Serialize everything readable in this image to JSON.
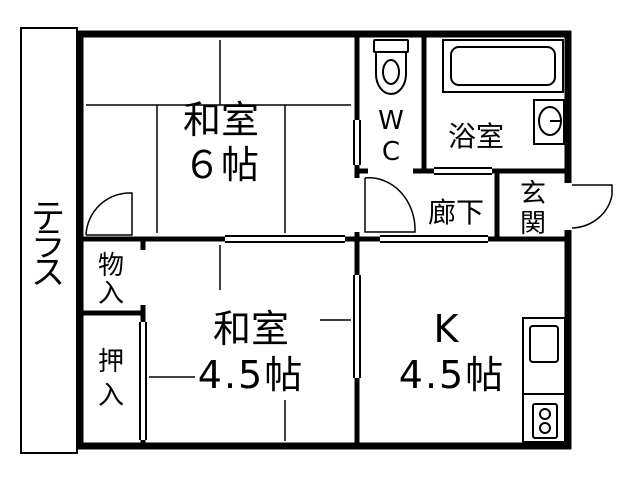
{
  "floorplan": {
    "terrace": "テラス",
    "washitsu_large": {
      "name": "和室",
      "size": "６帖"
    },
    "washitsu_small": {
      "name": "和室",
      "size": "4.5帖"
    },
    "kitchen": {
      "name": "K",
      "size": "4.5帖"
    },
    "wc": {
      "line1": "W",
      "line2": "C"
    },
    "bath": "浴室",
    "corridor": "廊下",
    "entrance": {
      "line1": "玄",
      "line2": "関"
    },
    "storage": {
      "line1": "物",
      "line2": "入"
    },
    "closet": {
      "line1": "押",
      "line2": "入"
    }
  },
  "colors": {
    "line": "#000000",
    "background": "#ffffff"
  }
}
